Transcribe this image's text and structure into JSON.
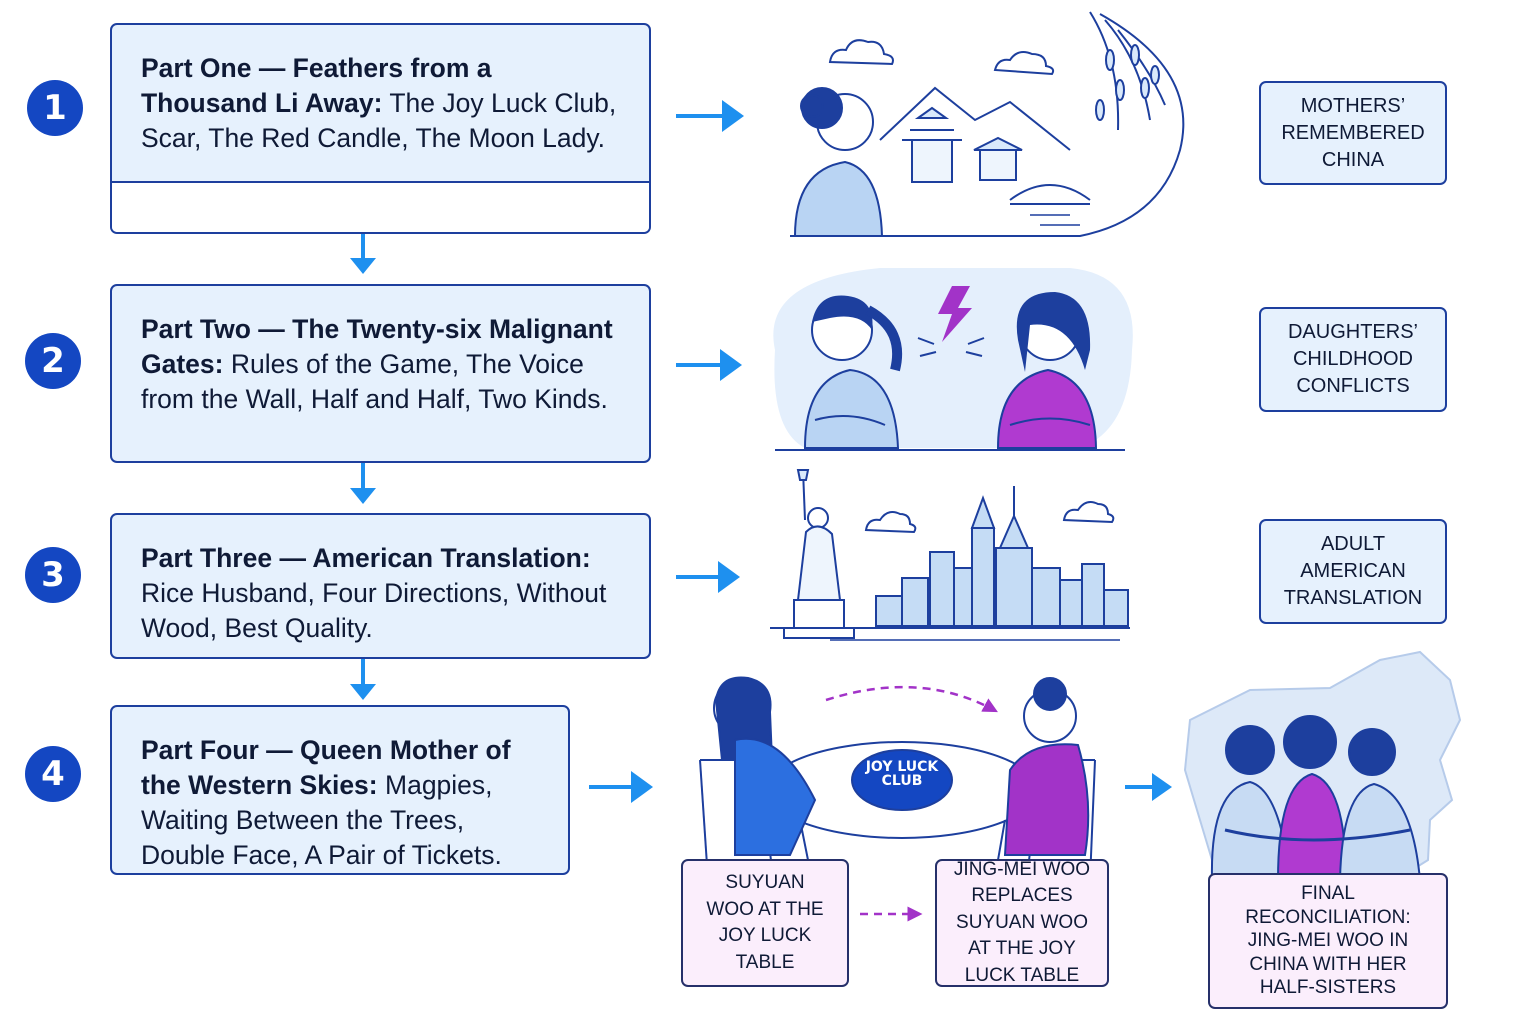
{
  "parts": [
    {
      "number": "1",
      "title": "Part One — Feathers from a Thousand Li Away:",
      "stories": "The Joy Luck Club, Scar, The Red Candle, The Moon Lady."
    },
    {
      "number": "2",
      "title": "Part Two — The Twenty-six Malignant Gates:",
      "stories": "Rules of the Game, The Voice from the Wall, Half and Half, Two Kinds."
    },
    {
      "number": "3",
      "title": "Part Three — American Translation:",
      "stories": "Rice Husband, Four Directions, Without Wood, Best Quality."
    },
    {
      "number": "4",
      "title": "Part Four — Queen Mother of the Western Skies:",
      "stories": "Magpies, Waiting Between the Trees, Double Face, A Pair of Tickets."
    }
  ],
  "labels": {
    "mothers": "Mothers’ Remembered China",
    "daughters": "Daughters’ Childhood Conflicts",
    "adult": "Adult American Translation",
    "suyuan": "Suyuan Woo at the Joy Luck Table",
    "jingmei": "Jing-mei Woo replaces Suyuan Woo at the Joy Luck Table",
    "final": "Final Reconciliation: Jing-mei Woo in China with her half-sisters"
  },
  "table_sign": "JOY LUCK CLUB",
  "colors": {
    "navy": "#1d3f9e",
    "badge": "#1447c2",
    "arrow": "#1e90ef",
    "purple": "#a233c8",
    "box_fill": "#e6f1fd",
    "pink_fill": "#fbeefc"
  },
  "icons": [
    "right-arrow-icon",
    "down-arrow-icon",
    "lightning-icon",
    "cloud-icon"
  ]
}
